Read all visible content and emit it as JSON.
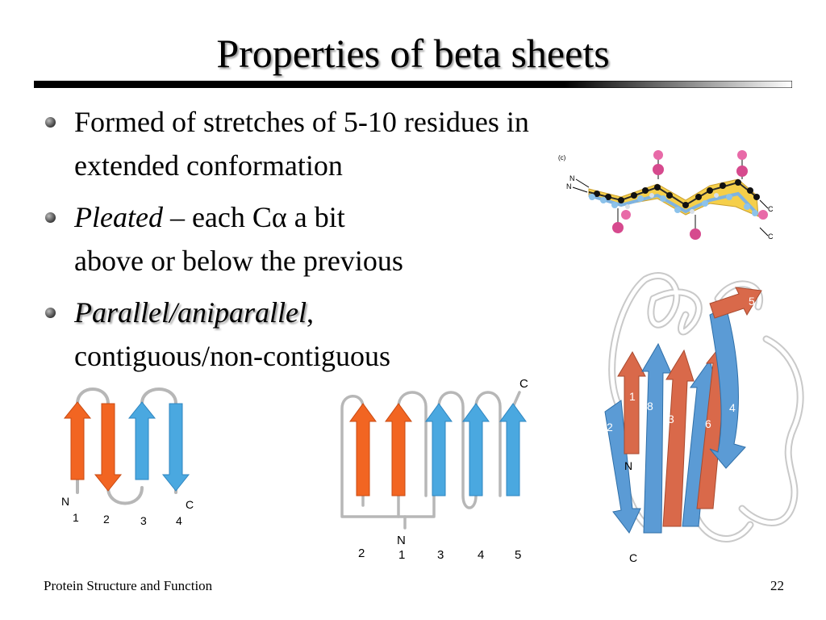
{
  "slide": {
    "title": "Properties of beta sheets",
    "bullets": [
      {
        "line1": "Formed of stretches of 5-10 residues in",
        "line2": "extended conformation"
      },
      {
        "italic": "Pleated",
        "rest1": " – each C",
        "alpha": "α",
        "rest2": " a bit",
        "line2": "above or below the previous"
      },
      {
        "italic": "Parallel/aniparallel",
        "comma": ",",
        "line2": "contiguous/non-contiguous"
      }
    ],
    "footer_left": "Protein Structure and Function",
    "page_number": "22"
  },
  "figure_extended": {
    "panel": "(c)",
    "n1": "N",
    "n2": "N",
    "c1": "C",
    "c2": "C"
  },
  "figure_sheet_a": {
    "n": "N",
    "c": "C",
    "labels": [
      "1",
      "2",
      "3",
      "4"
    ]
  },
  "figure_sheet_b": {
    "n": "N",
    "c": "C",
    "labels": [
      "2",
      "1",
      "3",
      "4",
      "5"
    ]
  },
  "figure_ribbon": {
    "strands": [
      "1",
      "8",
      "3",
      "7",
      "6",
      "4",
      "2",
      "5"
    ],
    "n": "N",
    "c": "C"
  },
  "colors": {
    "orange": "#f26522",
    "blue": "#4aa8e0",
    "ribbon_red": "#d9694a",
    "ribbon_blue": "#5b9bd5",
    "backbone": "#b7b7b7"
  }
}
